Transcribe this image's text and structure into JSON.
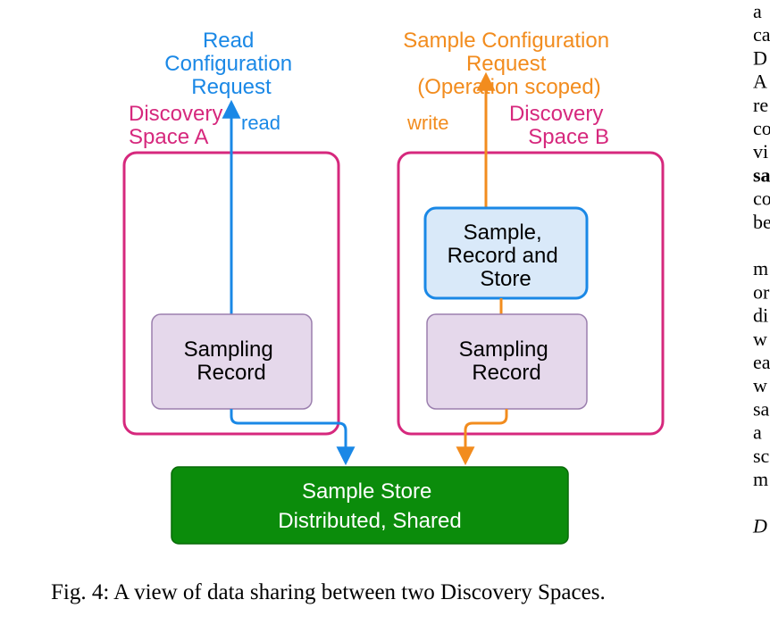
{
  "figure": {
    "caption": "Fig. 4: A view of data sharing between two Discovery Spaces."
  },
  "nodes": {
    "read_request": [
      "Read",
      "Configuration",
      "Request"
    ],
    "sample_request": [
      "Sample Configuration",
      "Request",
      "(Operation scoped)"
    ],
    "space_a_label": [
      "Discovery",
      "Space A"
    ],
    "space_b_label": [
      "Discovery",
      "Space B"
    ],
    "sampling_record_a": [
      "Sampling",
      "Record"
    ],
    "sampling_record_b": [
      "Sampling",
      "Record"
    ],
    "sample_record_store": [
      "Sample,",
      "Record and",
      "Store"
    ],
    "sample_store": [
      "Sample Store",
      "Distributed, Shared"
    ]
  },
  "edges": {
    "read_label": "read",
    "write_label": "write"
  },
  "right_edge_text": [
    "a",
    "ca",
    "D",
    "A",
    "re",
    "co",
    "vi",
    "sa",
    "co",
    "be",
    "",
    "m",
    "or",
    "di",
    "w",
    "ea",
    "w",
    "sa",
    "a",
    "sc",
    "m",
    "",
    "D"
  ],
  "colors": {
    "blue": "#1a88e6",
    "orange": "#f28c1e",
    "magenta": "#d6287d",
    "green": "#0b8c0b",
    "lavender": "#e5d8eb",
    "light_blue": "#d9e9f9"
  }
}
